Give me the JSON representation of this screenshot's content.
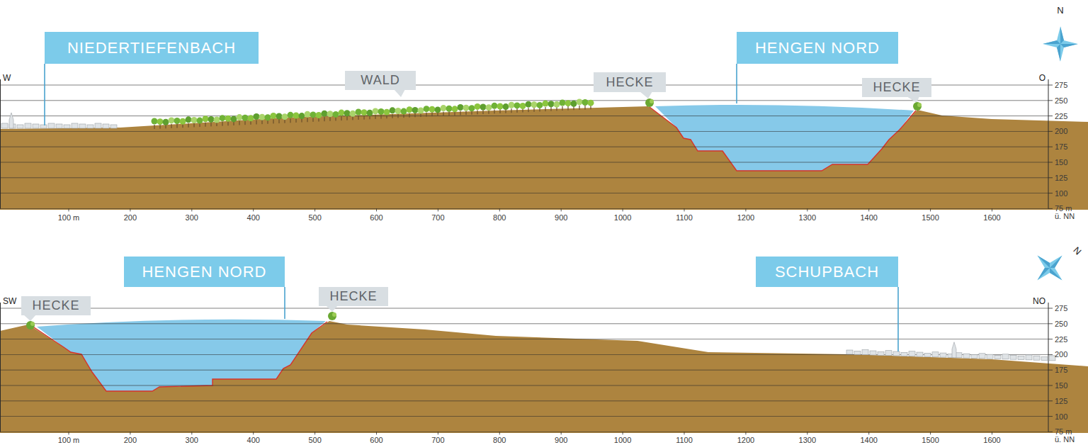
{
  "diagram": {
    "nodes": [
      {
        "text": [
          "NIEDERTIEFENBACH"
        ]
      },
      {
        "text": [
          "HENGEN NORD"
        ]
      },
      {
        "text": [
          "WALD"
        ]
      },
      {
        "text": [
          "HECKE"
        ]
      },
      {
        "text": [
          "HECKE"
        ]
      },
      {
        "text": [
          "HENGEN NORD"
        ]
      },
      {
        "text": [
          "SCHUPBACH"
        ]
      },
      {
        "text": [
          "HECKE"
        ]
      },
      {
        "text": [
          "HECKE"
        ]
      }
    ],
    "labels": [
      "N",
      "W",
      "O",
      "275",
      "250",
      "225",
      "200",
      "175",
      "150",
      "125",
      "100",
      "75 m",
      "ü. NN",
      "100 m",
      "200",
      "300",
      "400",
      "500",
      "600",
      "700",
      "800",
      "900",
      "1000",
      "1100",
      "1200",
      "1300",
      "1400",
      "1500",
      "1600",
      "N",
      "SW",
      "NO",
      "275",
      "250",
      "225",
      "200",
      "175",
      "150",
      "125",
      "100",
      "75 m",
      "ü. NN",
      "100 m",
      "200",
      "300",
      "400",
      "500",
      "600",
      "700",
      "800",
      "900",
      "1000",
      "1100",
      "1200",
      "1300",
      "1400",
      "1500",
      "1600"
    ]
  }
}
